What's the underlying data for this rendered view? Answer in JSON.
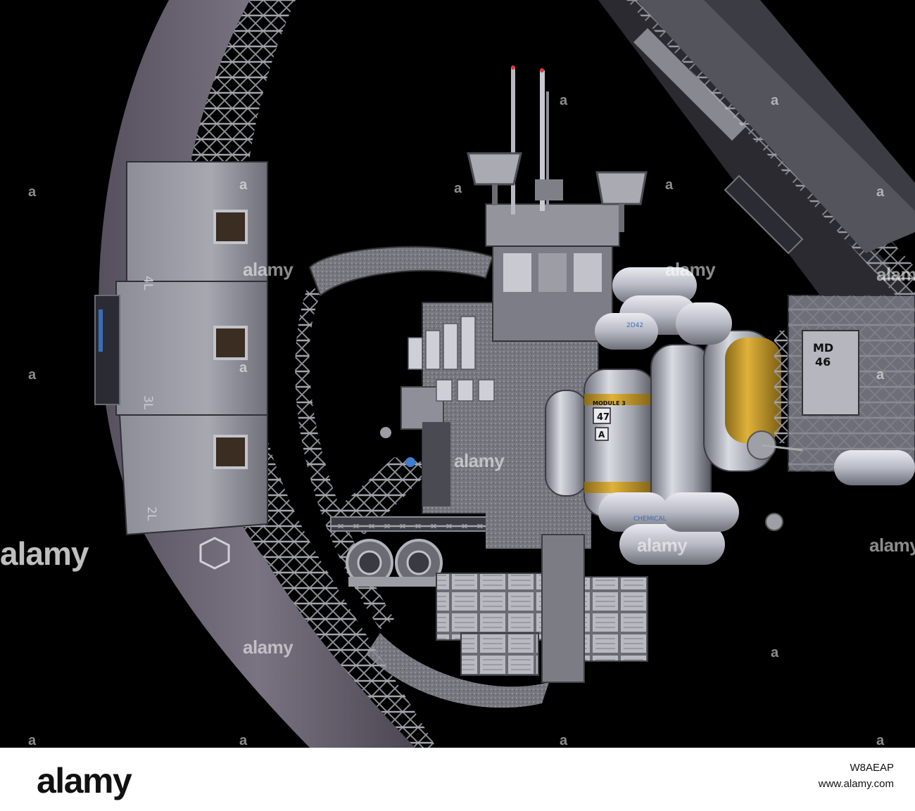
{
  "scene": {
    "ring_labels": [
      "4L",
      "3L",
      "2L"
    ],
    "module_number": "47",
    "module_letter": "A",
    "module_tag": "MODULE 3",
    "hub_id_top": "MD",
    "hub_id_bottom": "46",
    "tank_code": "2D42",
    "tank_text": "CHEMICAL"
  },
  "watermark": {
    "text": "alamy"
  },
  "footer": {
    "logo": "alamy",
    "image_id": "W8AEAP",
    "url": "www.alamy.com"
  }
}
